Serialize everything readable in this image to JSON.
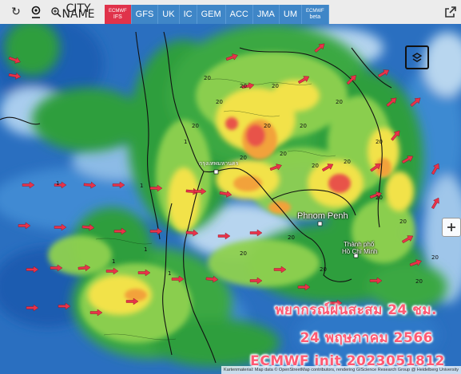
{
  "toolbar": {
    "reload_icon": "reload-icon",
    "pin_icon": "location-pin-icon",
    "zoom_icon": "magnifier-zoom-icon",
    "city_top": "CITY",
    "city_bottom": "NAME",
    "share_icon": "share-export-icon"
  },
  "models": [
    {
      "sub": "ECMWF",
      "main": "IFS",
      "active": true
    },
    {
      "sub": "",
      "main": "GFS",
      "active": false
    },
    {
      "sub": "",
      "main": "UK",
      "active": false
    },
    {
      "sub": "",
      "main": "IC",
      "active": false
    },
    {
      "sub": "",
      "main": "GEM",
      "active": false
    },
    {
      "sub": "",
      "main": "ACC",
      "active": false
    },
    {
      "sub": "",
      "main": "JMA",
      "active": false
    },
    {
      "sub": "",
      "main": "UM",
      "active": false
    },
    {
      "sub": "ECMWF",
      "main": "beta",
      "active": false
    }
  ],
  "map": {
    "cities": {
      "phnom_penh": "Phnom Penh",
      "hcm_line1": "Thành phố",
      "hcm_line2": "Hồ Chí Minh",
      "bangkok": "กรุงเทพมหานคร"
    },
    "overlay": {
      "line1": "พยากรณ์ฝนสะสม 24 ชม.",
      "line2": "24 พฤษภาคม 2566",
      "line3": "ECMWF init 2023051812"
    },
    "attribution": "Kartenmaterial: Map data © OpenStreetMap contributors, rendering GIScience Research Group @ Heidelberg University",
    "rain_values": [
      "20",
      "20",
      "20",
      "20",
      "20",
      "20",
      "20",
      "20",
      "20",
      "20",
      "20",
      "20",
      "20",
      "1",
      "1",
      "1",
      "1",
      "1",
      "1",
      "20",
      "20",
      "20",
      "20",
      "20",
      "20",
      "20"
    ],
    "colors": {
      "ocean_deep": "#1a55a8",
      "ocean": "#3d86d0",
      "light": "#b9d6ef",
      "green": "#2f9e3d",
      "lime": "#8fd14f",
      "yellow": "#f2e24a",
      "orange": "#f2a23a",
      "red": "#e8524a",
      "active_tab": "#e0324a",
      "tab": "#3f86c7"
    }
  }
}
